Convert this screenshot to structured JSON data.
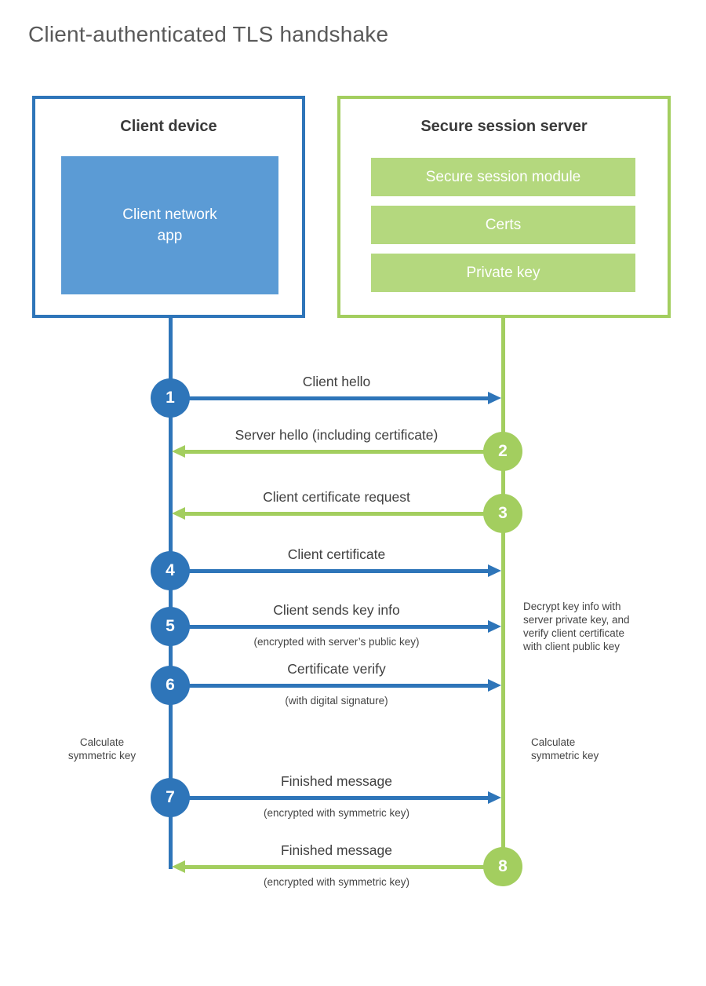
{
  "title": "Client-authenticated TLS handshake",
  "colors": {
    "blue": "#2e75b9",
    "blue_fill": "#5b9bd5",
    "green": "#a3ce5f",
    "green_fill": "#b4d87e"
  },
  "client": {
    "heading": "Client device",
    "app_label": [
      "Client network",
      "app"
    ]
  },
  "server": {
    "heading": "Secure session server",
    "modules": [
      "Secure session module",
      "Certs",
      "Private key"
    ]
  },
  "steps": [
    {
      "num": "1",
      "from": "client",
      "label": "Client hello",
      "sub": ""
    },
    {
      "num": "2",
      "from": "server",
      "label": "Server hello (including certificate)",
      "sub": ""
    },
    {
      "num": "3",
      "from": "server",
      "label": "Client certificate request",
      "sub": ""
    },
    {
      "num": "4",
      "from": "client",
      "label": "Client certificate",
      "sub": ""
    },
    {
      "num": "5",
      "from": "client",
      "label": "Client sends key info",
      "sub": "(encrypted with server’s public key)"
    },
    {
      "num": "6",
      "from": "client",
      "label": "Certificate verify",
      "sub": "(with digital signature)"
    },
    {
      "num": "7",
      "from": "client",
      "label": "Finished message",
      "sub": "(encrypted with symmetric key)"
    },
    {
      "num": "8",
      "from": "server",
      "label": "Finished message",
      "sub": "(encrypted with symmetric key)"
    }
  ],
  "annotations": {
    "decrypt_note": [
      "Decrypt key info with",
      "server private key, and",
      "verify client certificate",
      "with client public key"
    ],
    "calc_left": [
      "Calculate",
      "symmetric key"
    ],
    "calc_right": [
      "Calculate",
      "symmetric key"
    ]
  }
}
